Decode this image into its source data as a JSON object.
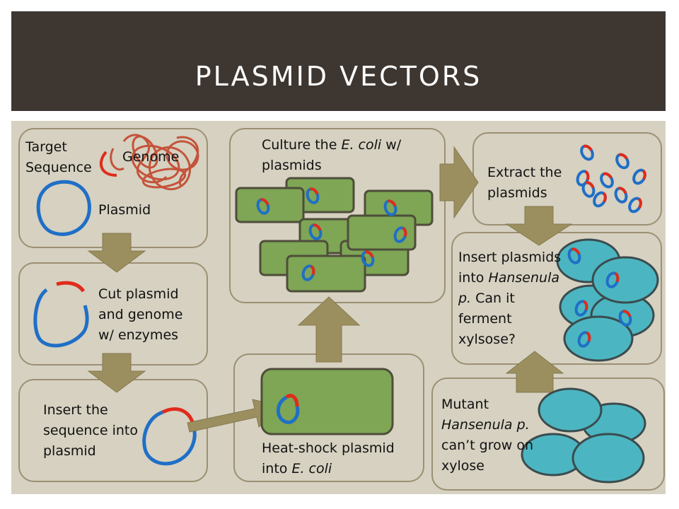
{
  "title": "PLASMID VECTORS",
  "steps": {
    "target": "Target Sequence",
    "genome": "Genome",
    "plasmid": "Plasmid",
    "cut": "Cut plasmid and genome w/ enzymes",
    "insert_seq": "Insert the sequence into plasmid",
    "heat_shock_pre": "Heat-shock plasmid into ",
    "heat_shock_em": "E. coli",
    "culture_pre": "Culture the ",
    "culture_em": "E. coli",
    "culture_post": " w/ plasmids",
    "extract": "Extract the plasmids",
    "insert_hans_pre": "Insert plasmids into ",
    "insert_hans_em": "Hansenula p.",
    "insert_hans_post": " Can it ferment xylsose?",
    "mutant_pre": "Mutant ",
    "mutant_em": "Hansenula p.",
    "mutant_post": " can’t grow on xylose"
  },
  "colors": {
    "header_bg": "#3d3631",
    "panel_bg": "#d6d1c1",
    "box_border": "#9c9073",
    "arrow": "#9c8f5f",
    "bacteria": "#7ea655",
    "yeast": "#4bb6c1",
    "dna_blue": "#1f6fc6",
    "dna_red": "#e02b1b",
    "genome": "#c4533a"
  }
}
